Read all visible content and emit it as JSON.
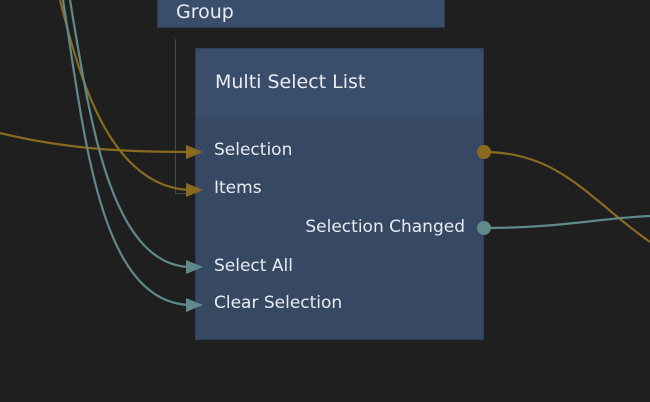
{
  "group_node": {
    "title": "Group"
  },
  "node": {
    "title": "Multi Select List",
    "inputs": [
      {
        "label": "Selection",
        "type": "data"
      },
      {
        "label": "Items",
        "type": "data"
      },
      {
        "label": "Select All",
        "type": "signal"
      },
      {
        "label": "Clear Selection",
        "type": "signal"
      }
    ],
    "outputs": [
      {
        "label": "Selection",
        "type": "data"
      },
      {
        "label": "Selection Changed",
        "type": "signal"
      }
    ]
  },
  "colors": {
    "background": "#1f1f1f",
    "node": "#364862",
    "data_wire": "#8a6a1f",
    "signal_wire": "#5f8a8a"
  }
}
